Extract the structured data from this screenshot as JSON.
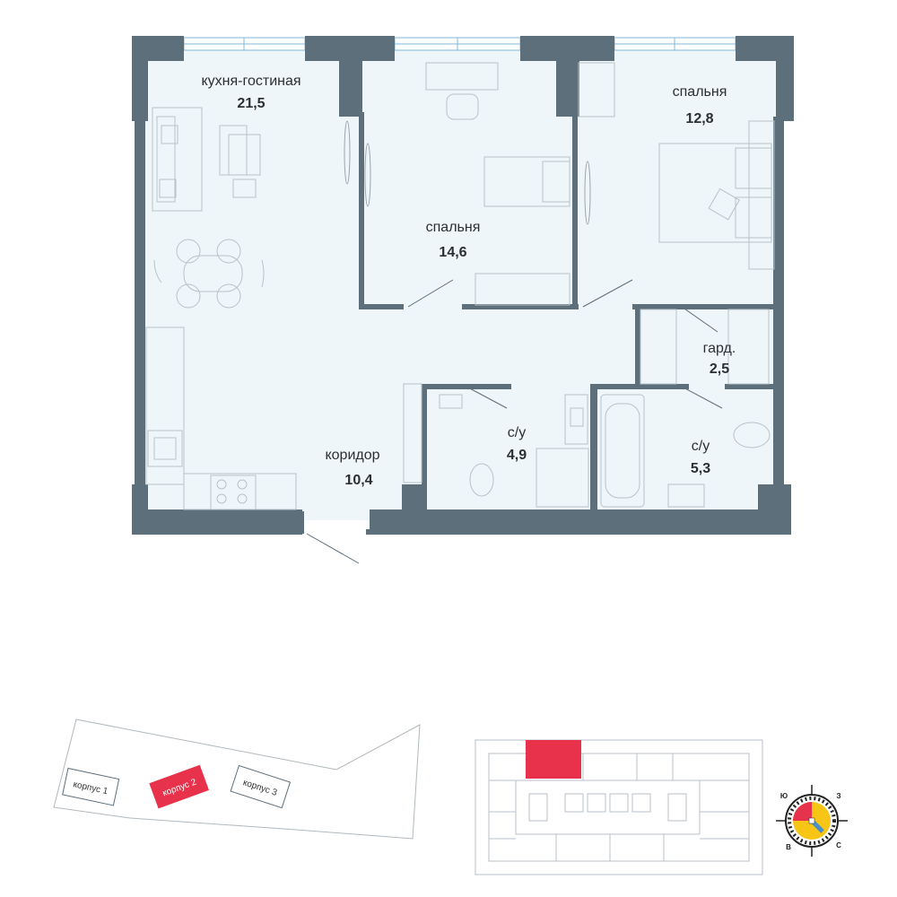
{
  "rooms": {
    "kitchen": {
      "name": "кухня-гостиная",
      "area": "21,5"
    },
    "bedroom1": {
      "name": "спальня",
      "area": "14,6"
    },
    "bedroom2": {
      "name": "спальня",
      "area": "12,8"
    },
    "wardrobe": {
      "name": "гард.",
      "area": "2,5"
    },
    "bath1": {
      "name": "с/у",
      "area": "4,9"
    },
    "bath2": {
      "name": "с/у",
      "area": "5,3"
    },
    "corridor": {
      "name": "коридор",
      "area": "10,4"
    }
  },
  "site_plan": {
    "buildings": [
      "корпус 1",
      "корпус 2",
      "корпус 3"
    ],
    "highlighted": "корпус 2"
  },
  "compass": {
    "letters": [
      "Ю",
      "З",
      "В",
      "С"
    ]
  },
  "colors": {
    "floor": "#eef6fa",
    "wall": "#5d6f7b",
    "window": "#7fb8dc",
    "highlight": "#e8314a",
    "compass_yellow": "#f6c515"
  }
}
